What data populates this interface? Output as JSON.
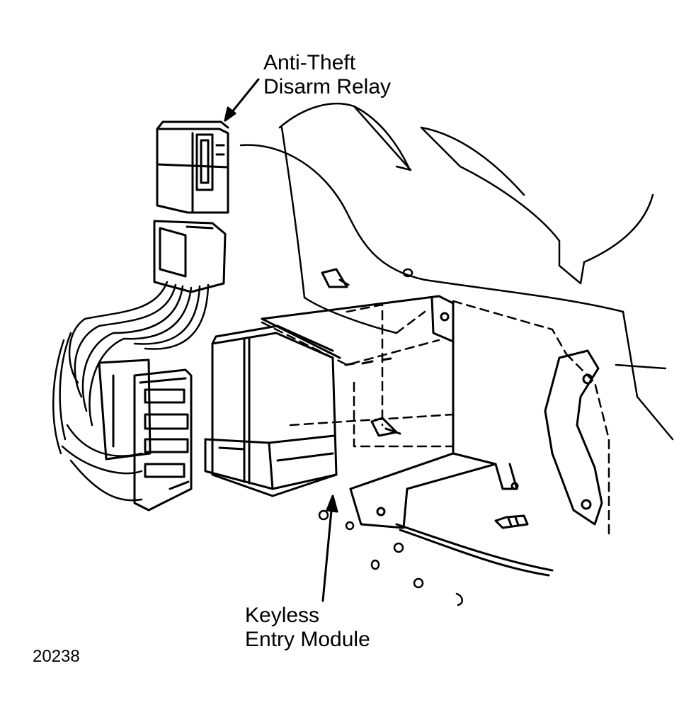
{
  "labels": {
    "anti_theft_relay": {
      "line1": "Anti-Theft",
      "line2": "Disarm Relay"
    },
    "keyless_module": {
      "line1": "Keyless",
      "line2": "Entry Module"
    }
  },
  "figure_number": "20238",
  "colors": {
    "ink": "#000000",
    "paper": "#ffffff"
  }
}
